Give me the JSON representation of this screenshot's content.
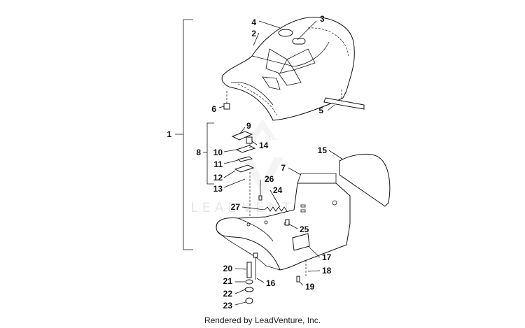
{
  "watermark": "LEADVENTURE",
  "footer_text": "Rendered by LeadVenture, Inc.",
  "callouts": {
    "c1": "1",
    "c2": "2",
    "c3": "3",
    "c4": "4",
    "c5": "5",
    "c6": "6",
    "c7": "7",
    "c8": "8",
    "c9": "9",
    "c10": "10",
    "c11": "11",
    "c12": "12",
    "c13": "13",
    "c14": "14",
    "c15": "15",
    "c16": "16",
    "c17": "17",
    "c18": "18",
    "c19": "19",
    "c20": "20",
    "c21": "21",
    "c22": "22",
    "c23": "23",
    "c24": "24",
    "c25": "25",
    "c26": "26",
    "c27": "27"
  }
}
